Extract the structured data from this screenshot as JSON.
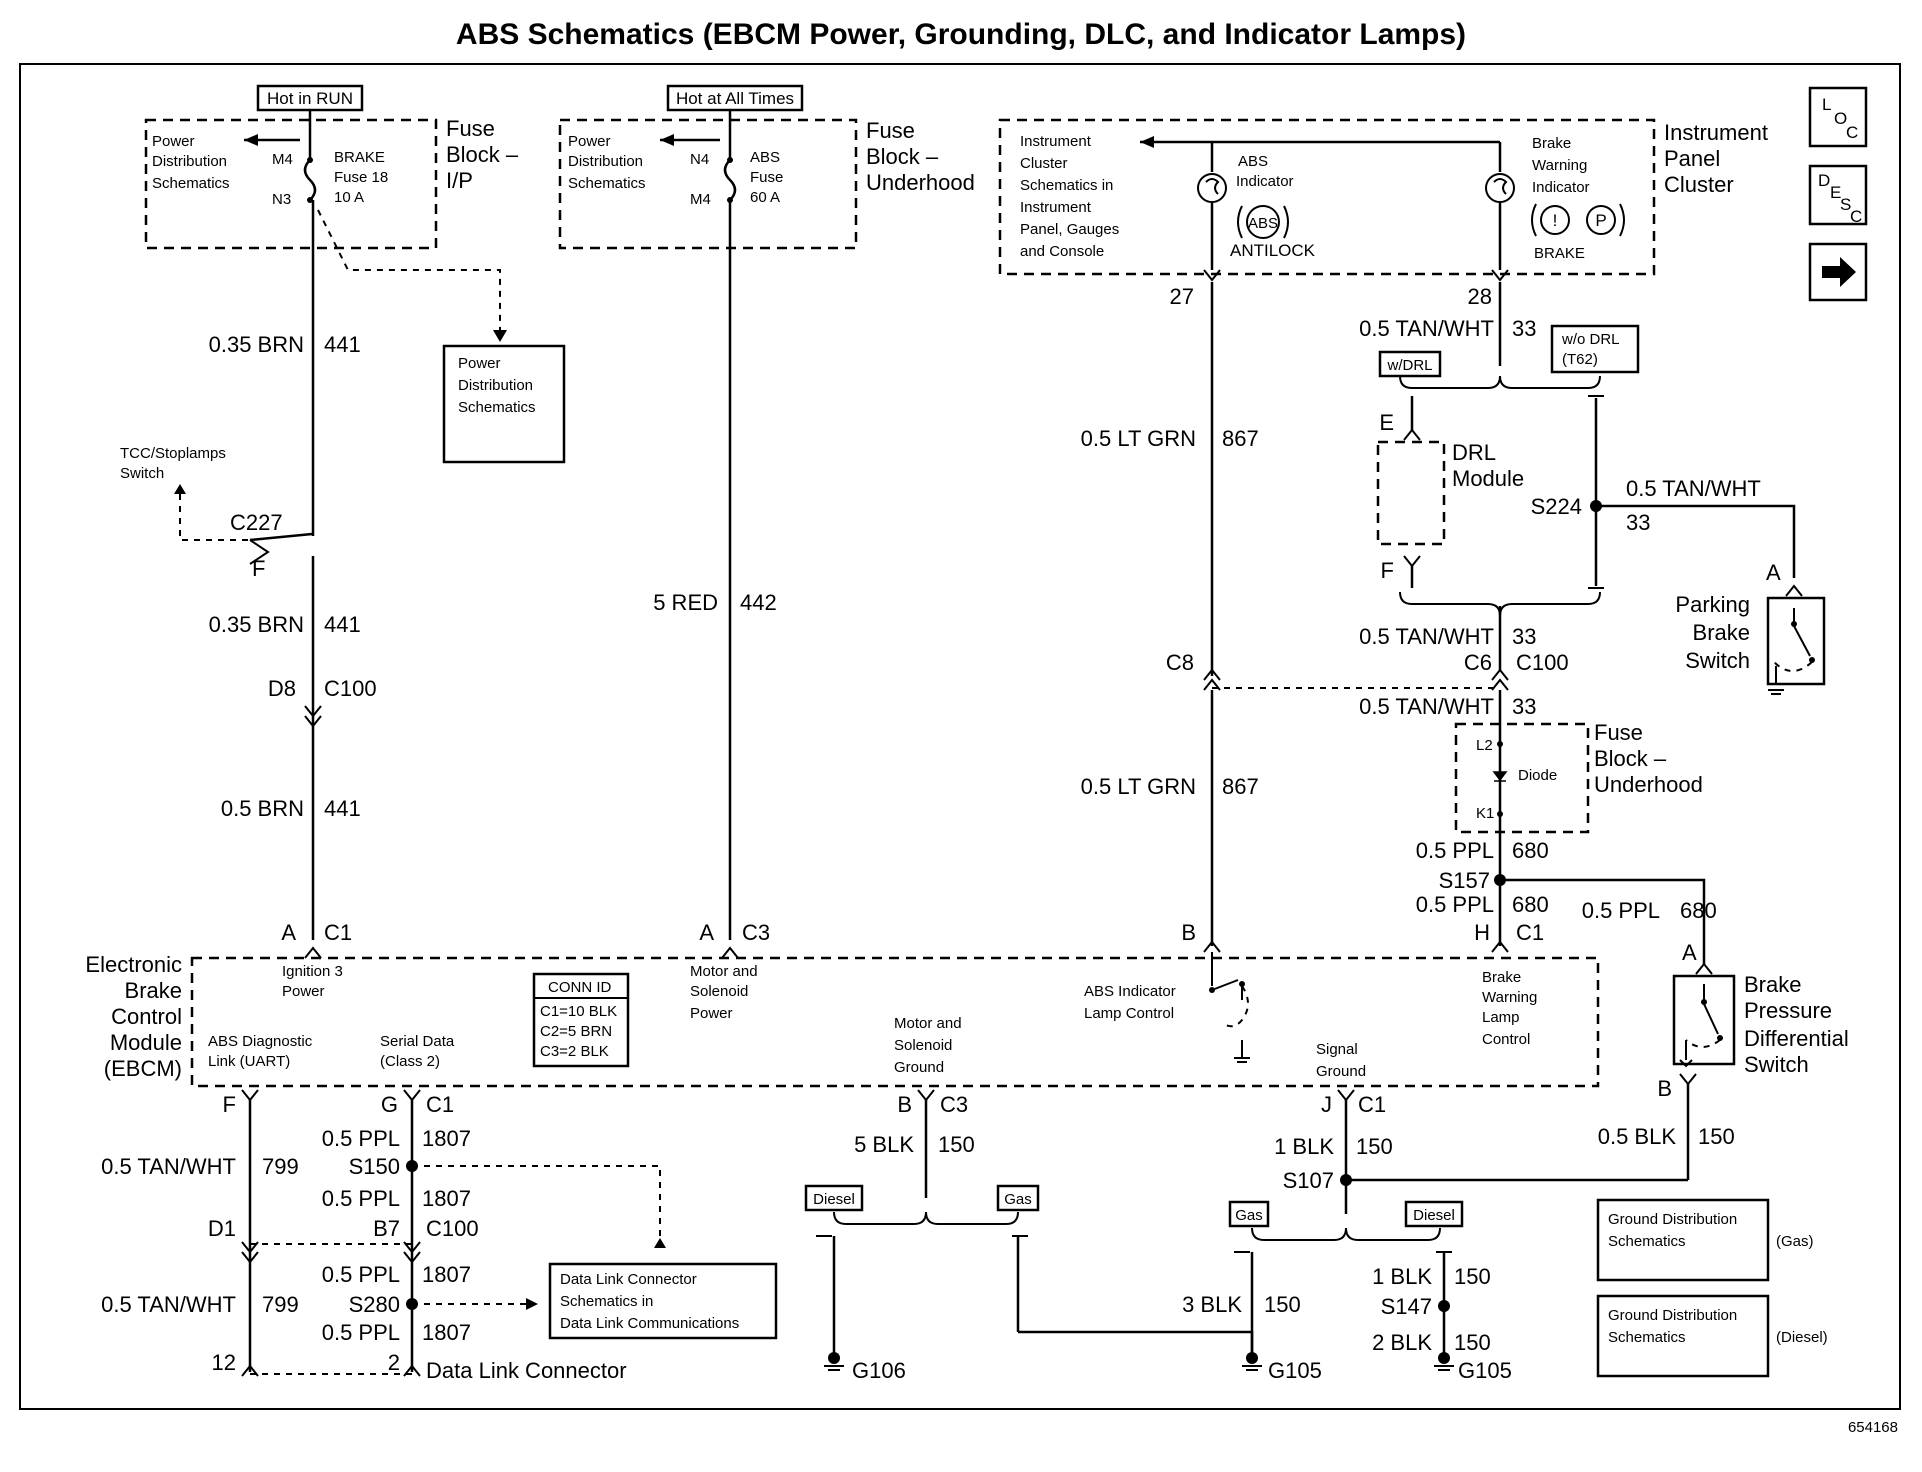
{
  "title": "ABS Schematics (EBCM Power, Grounding, DLC, and Indicator Lamps)",
  "figure_number": "654168",
  "nav_icons": {
    "loc": "LOC",
    "desc": "DESC",
    "arrow": "right-arrow-icon"
  },
  "fuse_block_ip": {
    "header": "Hot in RUN",
    "pds_lines": [
      "Power",
      "Distribution",
      "Schematics"
    ],
    "pin_top": "M4",
    "pin_bottom": "N3",
    "fuse_lines": [
      "BRAKE",
      "Fuse 18",
      "10 A"
    ],
    "name_lines": [
      "Fuse",
      "Block –",
      "I/P"
    ]
  },
  "fuse_block_uh": {
    "header": "Hot at All Times",
    "pds_lines": [
      "Power",
      "Distribution",
      "Schematics"
    ],
    "pin_top": "N4",
    "pin_bottom": "M4",
    "fuse_lines": [
      "ABS",
      "Fuse",
      "60 A"
    ],
    "name_lines": [
      "Fuse",
      "Block –",
      "Underhood"
    ]
  },
  "ipc": {
    "schem_lines": [
      "Instrument",
      "Cluster",
      "Schematics in",
      "Instrument",
      "Panel, Gauges",
      "and Console"
    ],
    "abs_lines": [
      "ABS",
      "Indicator"
    ],
    "abs_symbol": "ABS",
    "abs_word": "ANTILOCK",
    "brake_lines": [
      "Brake",
      "Warning",
      "Indicator"
    ],
    "brake_symbol_1": "!",
    "brake_symbol_2": "P",
    "brake_word": "BRAKE",
    "name_lines": [
      "Instrument",
      "Panel",
      "Cluster"
    ],
    "pin_abs": "27",
    "pin_brake": "28"
  },
  "pds_box_lines": [
    "Power",
    "Distribution",
    "Schematics"
  ],
  "tcc_lines": [
    "TCC/Stoplamps",
    "Switch"
  ],
  "c227": "C227",
  "c227_pin": "F",
  "wires": {
    "w441a": [
      "0.35 BRN",
      "441"
    ],
    "w441b": [
      "0.35 BRN",
      "441"
    ],
    "w441c": [
      "0.5 BRN",
      "441"
    ],
    "w442": [
      "5 RED",
      "442"
    ],
    "w867a": [
      "0.5 LT GRN",
      "867"
    ],
    "w867b": [
      "0.5 LT GRN",
      "867"
    ],
    "w33a": [
      "0.5 TAN/WHT",
      "33"
    ],
    "w33b": [
      "0.5 TAN/WHT",
      "33"
    ],
    "w33c": [
      "0.5 TAN/WHT",
      "33"
    ],
    "w33d": [
      "0.5 TAN/WHT",
      "33"
    ],
    "w680a": [
      "0.5 PPL",
      "680"
    ],
    "w680b": [
      "0.5 PPL",
      "680"
    ],
    "w680c": [
      "0.5 PPL",
      "680"
    ],
    "w150a": [
      "5 BLK",
      "150"
    ],
    "w150b": [
      "1 BLK",
      "150"
    ],
    "w150c": [
      "0.5 BLK",
      "150"
    ],
    "w150d": [
      "3 BLK",
      "150"
    ],
    "w150e": [
      "1 BLK",
      "150"
    ],
    "w150f": [
      "2 BLK",
      "150"
    ],
    "w799a": [
      "0.5 TAN/WHT",
      "799"
    ],
    "w799b": [
      "0.5 TAN/WHT",
      "799"
    ],
    "w1807a": [
      "0.5 PPL",
      "1807"
    ],
    "w1807b": [
      "0.5 PPL",
      "1807"
    ],
    "w1807c": [
      "0.5 PPL",
      "1807"
    ],
    "w1807d": [
      "0.5 PPL",
      "1807"
    ]
  },
  "connectors": {
    "d8": "D8",
    "c100a": "C100",
    "c8": "C8",
    "c6": "C6",
    "c100b": "C100",
    "a_c1": [
      "A",
      "C1"
    ],
    "a_c3": [
      "A",
      "C3"
    ],
    "b_pin": "B",
    "h_c1": [
      "H",
      "C1"
    ],
    "f_pin": "F",
    "g_c1": [
      "G",
      "C1"
    ],
    "b_c3": [
      "B",
      "C3"
    ],
    "j_c1": [
      "J",
      "C1"
    ],
    "d1": "D1",
    "b7_c100": [
      "B7",
      "C100"
    ],
    "pin12": "12",
    "pin2": "2"
  },
  "labels": {
    "w_drl": "w/DRL",
    "wo_drl": [
      "w/o DRL",
      "(T62)"
    ],
    "drl_lines": [
      "DRL",
      "Module"
    ],
    "drl_e": "E",
    "drl_f": "F",
    "s224": "S224",
    "s157": "S157",
    "s107": "S107",
    "s147": "S147",
    "s150": "S150",
    "s280": "S280",
    "parking_lines": [
      "Parking",
      "Brake",
      "Switch"
    ],
    "parking_pin": "A",
    "fuse_uh_lines": [
      "Fuse",
      "Block –",
      "Underhood"
    ],
    "diode": "Diode",
    "l2": "L2",
    "k1": "K1",
    "bpds_lines": [
      "Brake",
      "Pressure",
      "Differential",
      "Switch"
    ],
    "bpds_a": "A",
    "bpds_b": "B",
    "dlc": "Data Link Connector",
    "dlc_box_lines": [
      "Data Link Connector",
      "Schematics in",
      "Data Link Communications"
    ],
    "gds_gas_lines": [
      "Ground Distribution",
      "Schematics"
    ],
    "gds_gas_tag": "(Gas)",
    "gds_diesel_lines": [
      "Ground Distribution",
      "Schematics"
    ],
    "gds_diesel_tag": "(Diesel)",
    "diesel": "Diesel",
    "gas": "Gas",
    "g106": "G106",
    "g105a": "G105",
    "g105b": "G105"
  },
  "ebcm": {
    "name_lines": [
      "Electronic",
      "Brake",
      "Control",
      "Module",
      "(EBCM)"
    ],
    "ign_lines": [
      "Ignition 3",
      "Power"
    ],
    "abs_diag_lines": [
      "ABS Diagnostic",
      "Link (UART)"
    ],
    "serial_lines": [
      "Serial Data",
      "(Class 2)"
    ],
    "conn_id": [
      "CONN ID",
      "C1=10 BLK",
      "C2=5 BRN",
      "C3=2 BLK"
    ],
    "motor_power_lines": [
      "Motor and",
      "Solenoid",
      "Power"
    ],
    "motor_gnd_lines": [
      "Motor and",
      "Solenoid",
      "Ground"
    ],
    "abs_lamp_lines": [
      "ABS Indicator",
      "Lamp Control"
    ],
    "sig_gnd_lines": [
      "Signal",
      "Ground"
    ],
    "brake_lamp_lines": [
      "Brake",
      "Warning",
      "Lamp",
      "Control"
    ]
  }
}
